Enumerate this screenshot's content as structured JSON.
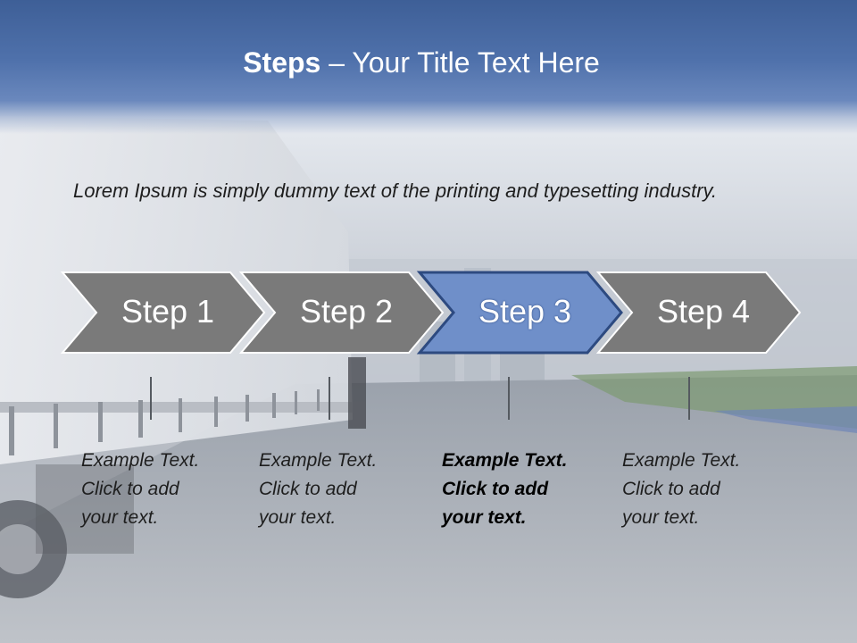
{
  "slide": {
    "title_bold": "Steps",
    "title_rest": "– Your Title Text Here",
    "subtitle": "Lorem Ipsum is simply dummy text of the printing and typesetting industry."
  },
  "steps": [
    {
      "label": "Step 1",
      "lines": [
        "Example Text.",
        "Click  to add",
        "your text."
      ],
      "active": false
    },
    {
      "label": "Step 2",
      "lines": [
        "Example Text.",
        "Click  to add",
        "your text."
      ],
      "active": false
    },
    {
      "label": "Step 3",
      "lines": [
        "Example Text.",
        "Click  to add",
        "your text."
      ],
      "active": true
    },
    {
      "label": "Step 4",
      "lines": [
        "Example Text.",
        "Click  to add",
        "your text."
      ],
      "active": false
    }
  ],
  "colors": {
    "title_band": "#4f71ab",
    "step_fill": "#7a7a7a",
    "step_active_fill": "#6f8fc9",
    "step_active_border": "#2d4a80"
  }
}
